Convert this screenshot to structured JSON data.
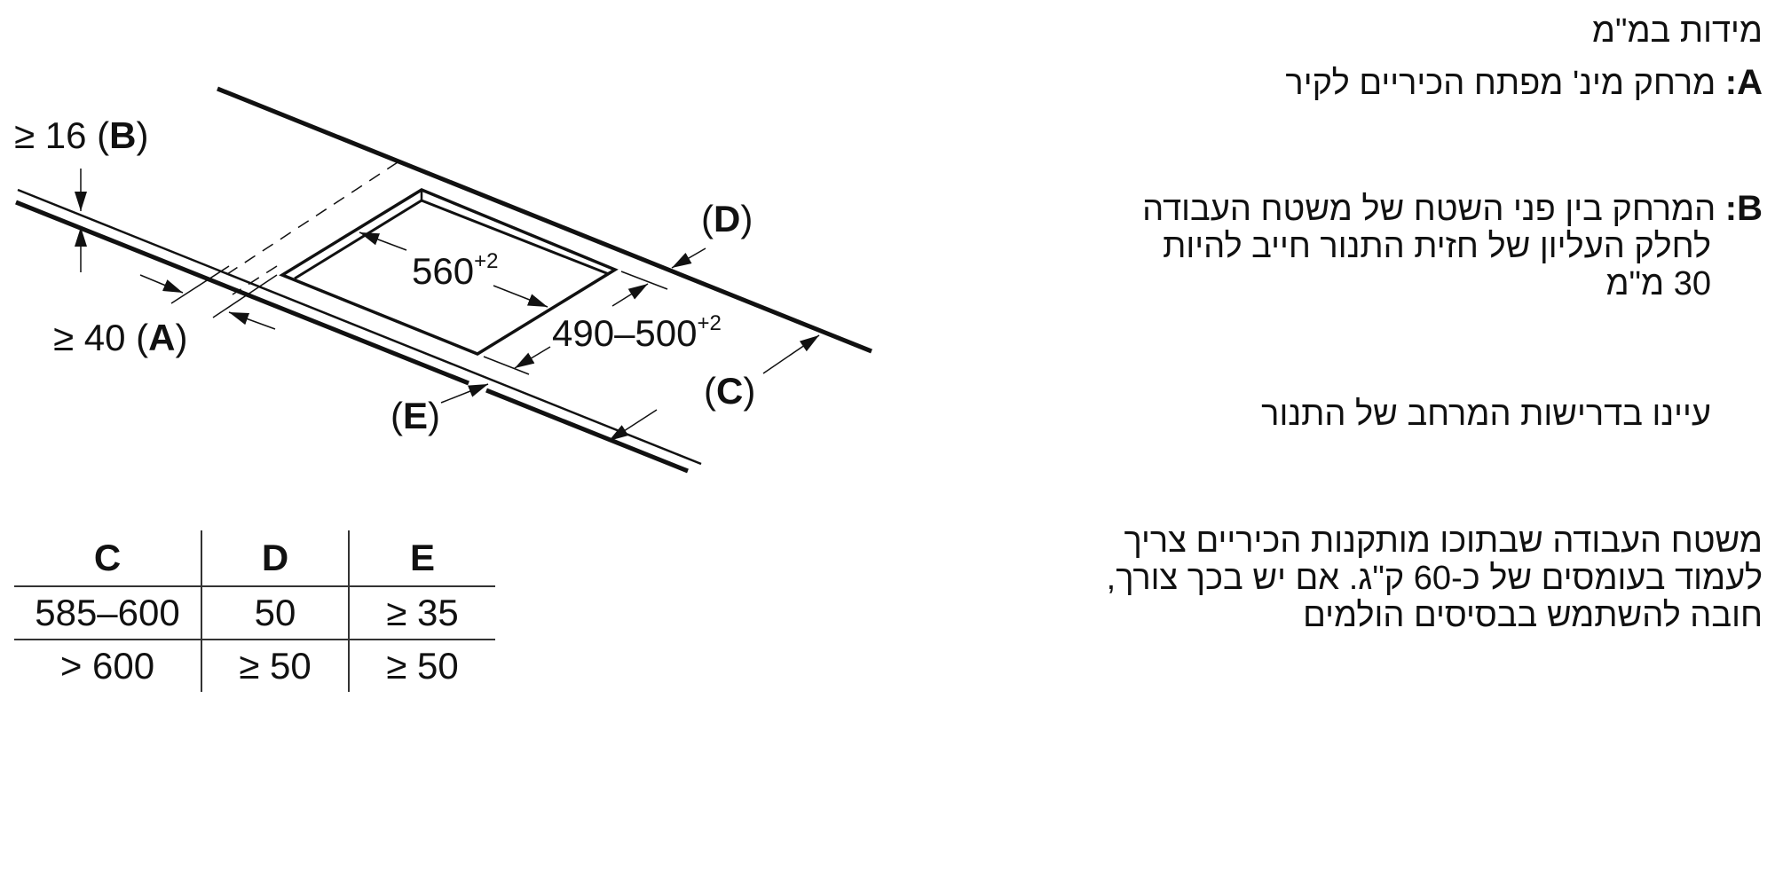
{
  "diagram": {
    "labels": {
      "b": {
        "prefix": "≥ 16 (",
        "key": "B",
        "suffix": ")"
      },
      "a": {
        "prefix": "≥ 40 (",
        "key": "A",
        "suffix": ")"
      },
      "d": {
        "prefix": "(",
        "key": "D",
        "suffix": ")"
      },
      "c": {
        "prefix": "(",
        "key": "C",
        "suffix": ")"
      },
      "e": {
        "prefix": "(",
        "key": "E",
        "suffix": ")"
      },
      "width": {
        "value": "560",
        "tolerance": "+2"
      },
      "depth": {
        "value": "490–500",
        "tolerance": "+2"
      }
    }
  },
  "table": {
    "headers": [
      "C",
      "D",
      "E"
    ],
    "rows": [
      [
        "585–600",
        "50",
        "≥ 35"
      ],
      [
        "> 600",
        "≥ 50",
        "≥ 50"
      ]
    ]
  },
  "notes": {
    "units": "מידות במ\"מ",
    "a": {
      "key": "A:",
      "text": "מרחק מינ' מפתח הכיריים לקיר"
    },
    "b": {
      "key": "B:",
      "line1": "המרחק בין פני השטח של משטח העבודה",
      "line2": "לחלק העליון של חזית התנור חייב להיות",
      "line3": "30 מ\"מ"
    },
    "oven": "עיינו בדרישות המרחב של התנור",
    "load": {
      "line1": "משטח העבודה שבתוכו מותקנות הכיריים צריך",
      "line2": "לעמוד בעומסים של כ-60 ק\"ג. אם יש בכך צורך,",
      "line3": "חובה להשתמש בבסיסים הולמים"
    }
  }
}
